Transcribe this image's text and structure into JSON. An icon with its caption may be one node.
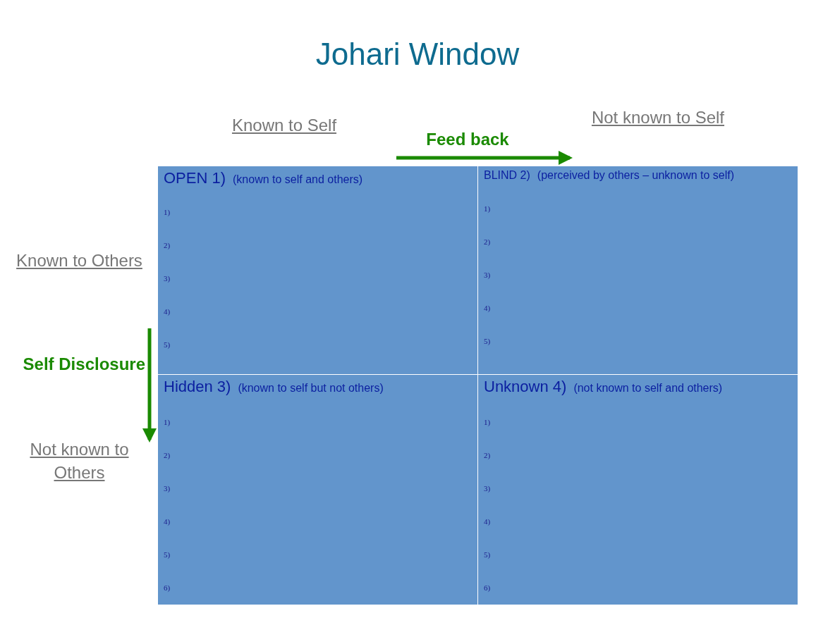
{
  "diagram": {
    "title": "Johari Window",
    "nodes": [
      {
        "text": [
          "OPEN 1)",
          "(known to self and others)",
          "1)",
          "2)",
          "3)",
          "4)",
          "5)"
        ]
      },
      {
        "text": [
          "BLIND 2)",
          "(perceived by others – unknown to self)",
          "1)",
          "2)",
          "3)",
          "4)",
          "5)"
        ]
      },
      {
        "text": [
          "Hidden 3)",
          "(known to self but not others)",
          "1)",
          "2)",
          "3)",
          "4)",
          "5)",
          "6)"
        ]
      },
      {
        "text": [
          "Unknown 4)",
          "(not known to self and others)",
          "1)",
          "2)",
          "3)",
          "4)",
          "5)",
          "6)"
        ]
      }
    ],
    "edges": [],
    "labels": [
      "Known to Self",
      "Not known to Self",
      "Feed back",
      "Known to Others",
      "Self Disclosure",
      "Not known to Others"
    ]
  }
}
